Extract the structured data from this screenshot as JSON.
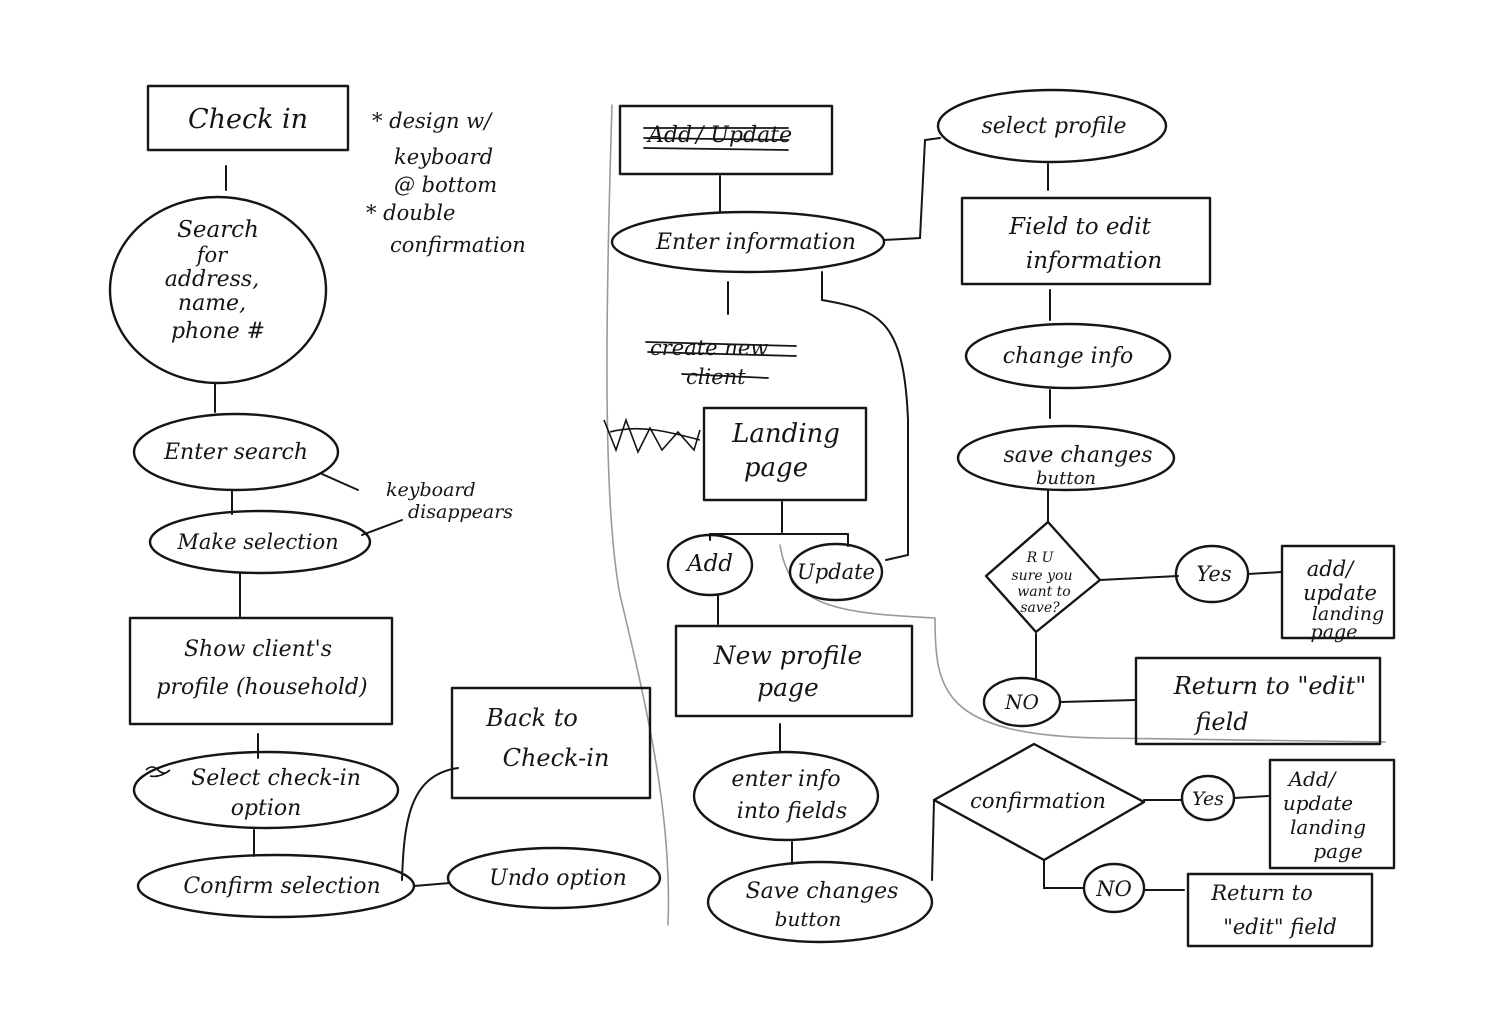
{
  "notes": {
    "design_keyboard": [
      "* design w/",
      "keyboard",
      "@ bottom"
    ],
    "double_confirmation": [
      "* double",
      "confirmation"
    ],
    "keyboard_disappears": [
      "keyboard",
      "disappears"
    ]
  },
  "checkin": {
    "title": "Check in",
    "search": [
      "Search",
      "for",
      "address,",
      "name,",
      "phone #"
    ],
    "enter_search": "Enter search",
    "make_selection": "Make selection",
    "show_profile": [
      "Show client's",
      "profile (household)"
    ],
    "select_option": [
      "Select check-in",
      "option"
    ],
    "confirm_selection": "Confirm selection",
    "undo_option": "Undo option",
    "back_to_checkin": [
      "Back to",
      "Check-in"
    ]
  },
  "add_update": {
    "title_struck": "Add",
    "title": "/ Update",
    "enter_information": "Enter information",
    "create_new_client_struck": [
      "create new",
      "client"
    ],
    "landing_page": [
      "Landing",
      "page"
    ],
    "add": "Add",
    "update": "Update",
    "new_profile_page": [
      "New profile",
      "page"
    ],
    "enter_info_fields": [
      "enter info",
      "into fields"
    ],
    "save_changes": [
      "Save changes",
      "button"
    ],
    "confirmation": "confirmation",
    "yes": "Yes",
    "no": "NO",
    "add_update_landing": [
      "Add/",
      "update",
      "landing",
      "page"
    ],
    "return_edit": [
      "Return to",
      "\"edit\" field"
    ]
  },
  "update_flow": {
    "select_profile": "select profile",
    "field_edit": [
      "Field to edit",
      "information"
    ],
    "change_info": "change info",
    "save_changes": [
      "save changes",
      "button"
    ],
    "confirm_question": [
      "R U",
      "sure you",
      "want to",
      "save?"
    ],
    "yes": "Yes",
    "no": "NO",
    "add_update_landing": [
      "add/",
      "update",
      "landing",
      "page"
    ],
    "return_edit": [
      "Return to \"edit\"",
      "field"
    ]
  }
}
